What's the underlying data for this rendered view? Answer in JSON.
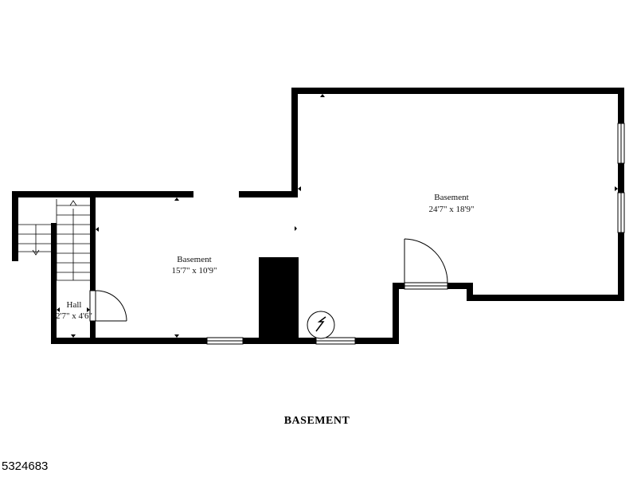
{
  "rooms": [
    {
      "name": "Basement",
      "dims": "24'7\" x 18'9\""
    },
    {
      "name": "Basement",
      "dims": "15'7\" x 10'9\""
    },
    {
      "name": "Hall",
      "dims": "2'7\" x 4'6\""
    }
  ],
  "floor_title": "BASEMENT",
  "listing_id": "5324683",
  "colors": {
    "wall": "#000000",
    "background": "#ffffff",
    "window": "#ffffff"
  }
}
